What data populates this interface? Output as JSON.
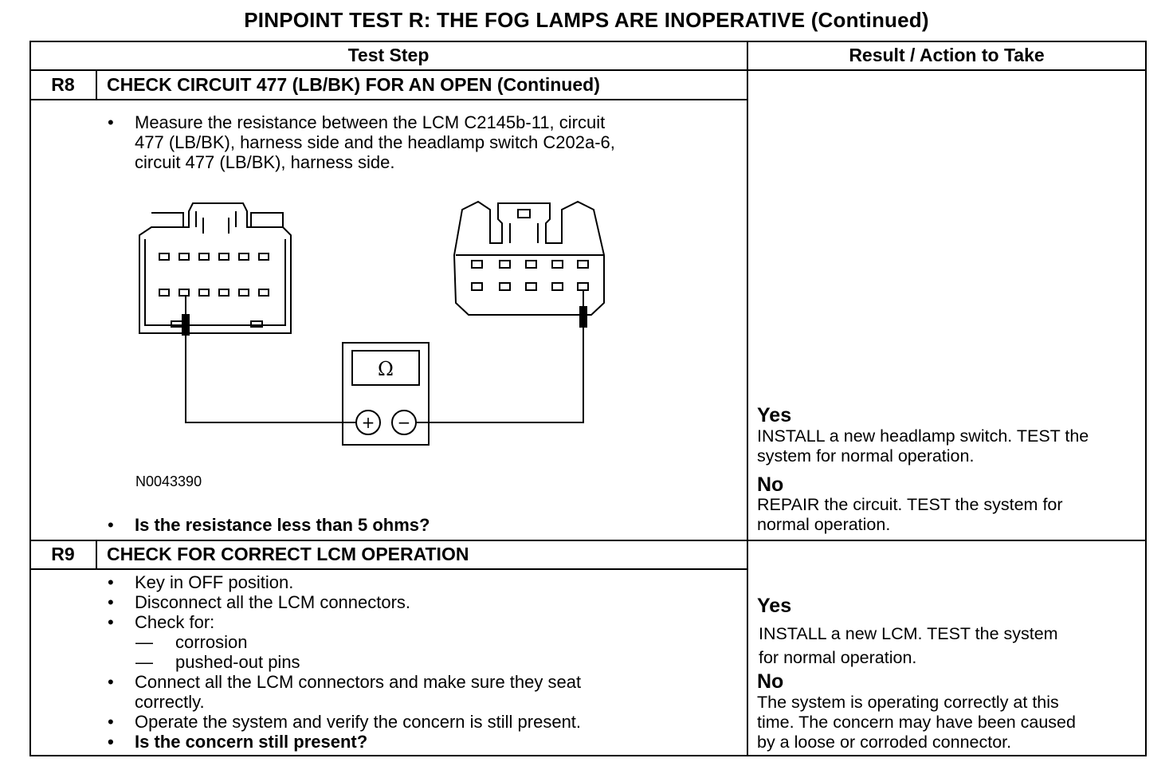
{
  "title": "PINPOINT TEST  R: THE FOG LAMPS ARE INOPERATIVE (Continued)",
  "headers": {
    "test_step": "Test Step",
    "result": "Result / Action to Take"
  },
  "r8": {
    "id": "R8",
    "title": "CHECK CIRCUIT 477 (LB/BK) FOR AN OPEN (Continued)",
    "bullet1": "Measure the resistance between the LCM C2145b-11, circuit\n477 (LB/BK), harness side and the headlamp switch C202a-6,\ncircuit 477 (LB/BK), harness side.",
    "figure_id": "N0043390",
    "meter_symbol": "Ω",
    "plus": "+",
    "minus": "−",
    "question": "Is the resistance less than 5 ohms?",
    "yes_label": "Yes",
    "yes_text": "INSTALL a new headlamp switch. TEST the\nsystem for normal operation.",
    "no_label": "No",
    "no_text": "REPAIR the circuit. TEST the system for\nnormal operation."
  },
  "r9": {
    "id": "R9",
    "title": "CHECK FOR CORRECT LCM OPERATION",
    "b1": "Key in OFF position.",
    "b2": "Disconnect all the LCM connectors.",
    "b3": "Check for:",
    "s1": "corrosion",
    "s2": "pushed-out pins",
    "b4": "Connect all the LCM connectors and make sure they seat\ncorrectly.",
    "b5": "Operate the system and verify the concern is still present.",
    "question": "Is the concern still present?",
    "yes_label": "Yes",
    "yes_text": "INSTALL a new LCM. TEST the system\nfor normal operation.",
    "no_label": "No",
    "no_text": "The system is operating correctly at this\ntime. The concern may have been caused\nby a loose or corroded connector."
  },
  "symbols": {
    "bullet": "•",
    "dash": "—"
  }
}
